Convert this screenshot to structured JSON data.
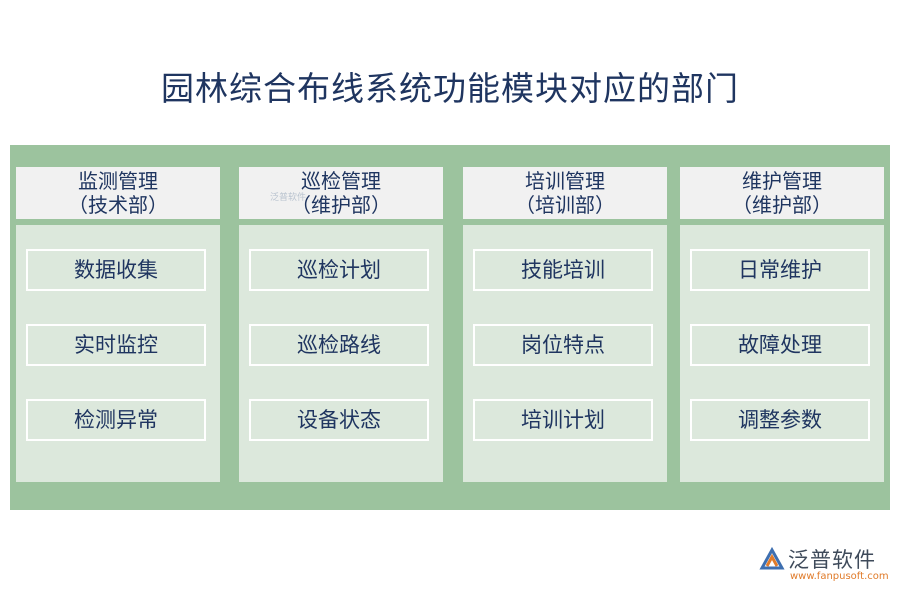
{
  "title": "园林综合布线系统功能模块对应的部门",
  "columns": [
    {
      "name": "监测管理",
      "dept": "（技术部）",
      "items": [
        "数据收集",
        "实时监控",
        "检测异常"
      ]
    },
    {
      "name": "巡检管理",
      "dept": "（维护部）",
      "items": [
        "巡检计划",
        "巡检路线",
        "设备状态"
      ]
    },
    {
      "name": "培训管理",
      "dept": "（培训部）",
      "items": [
        "技能培训",
        "岗位特点",
        "培训计划"
      ]
    },
    {
      "name": "维护管理",
      "dept": "（维护部）",
      "items": [
        "日常维护",
        "故障处理",
        "调整参数"
      ]
    }
  ],
  "watermark": {
    "small_text": "泛普软件"
  },
  "logo": {
    "name": "泛普软件",
    "url": "www.fanpusoft.com"
  },
  "colors": {
    "panel": "#9cc39e",
    "header_bg": "#f1f1f1",
    "body_bg": "#dce8dc",
    "text": "#1f3560",
    "logo_orange": "#e07b2a"
  }
}
